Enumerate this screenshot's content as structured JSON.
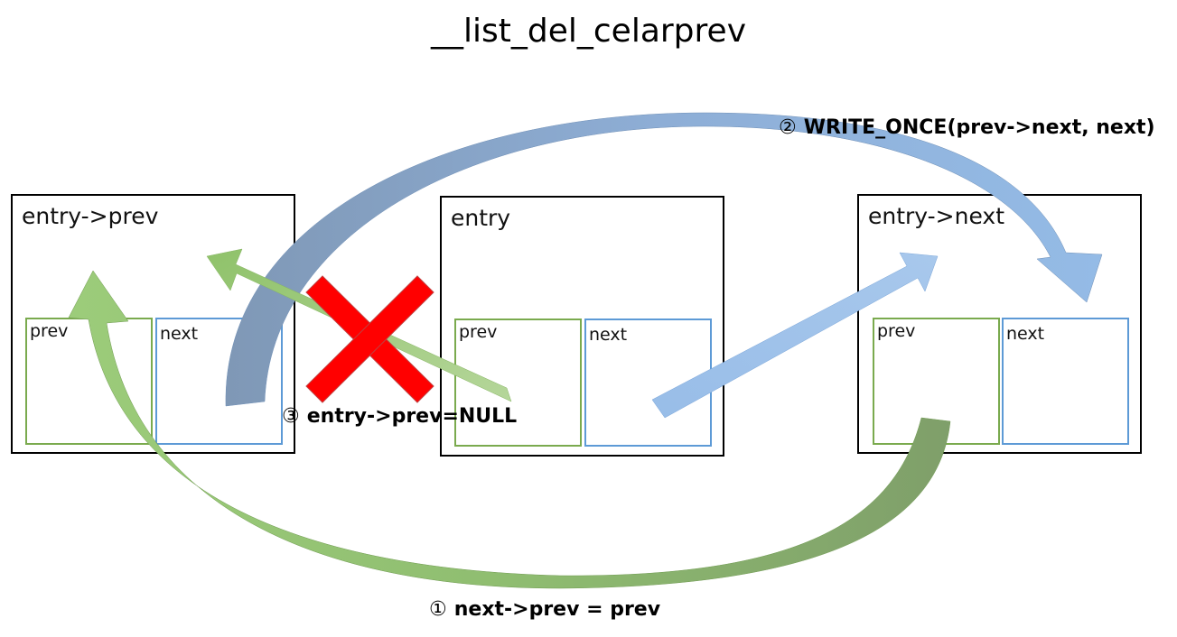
{
  "title": "__list_del_celarprev",
  "nodes": {
    "left": {
      "label": "entry->prev",
      "prev_label": "prev",
      "next_label": "next"
    },
    "middle": {
      "label": "entry",
      "prev_label": "prev",
      "next_label": "next"
    },
    "right": {
      "label": "entry->next",
      "prev_label": "prev",
      "next_label": "next"
    }
  },
  "steps": [
    {
      "num": "①",
      "text": "next->prev = prev"
    },
    {
      "num": "②",
      "text": "WRITE_ONCE(prev->next, next)"
    },
    {
      "num": "③",
      "text": "entry->prev=NULL"
    }
  ],
  "colors": {
    "green_arrow": "#8fc26a",
    "blue_arrow": "#8db4e2",
    "cross": "#ff0000",
    "prev_border": "#7aaa4e",
    "next_border": "#5d9ad6"
  }
}
